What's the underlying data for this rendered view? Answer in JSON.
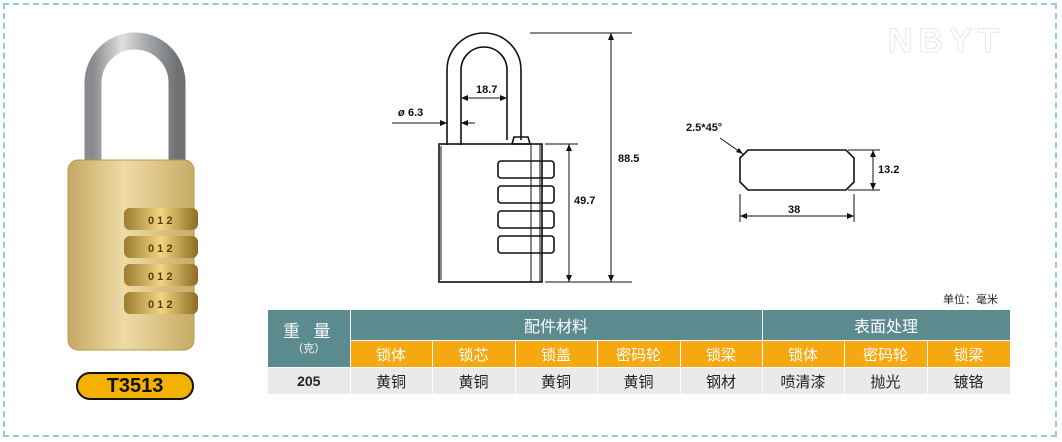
{
  "watermark": "NBYT",
  "product": {
    "model": "T3513"
  },
  "drawing": {
    "dim_shackle_inner_width": "18.7",
    "dim_shackle_diameter": "6.3",
    "dim_total_height": "88.5",
    "dim_body_height": "49.7",
    "dim_chamfer": "2.5*45°",
    "dim_thickness": "13.2",
    "dim_width": "38"
  },
  "unit_note": "单位：毫米",
  "table": {
    "weight_label": "重 量",
    "weight_unit": "（克）",
    "group_parts": "配件材料",
    "group_surface": "表面处理",
    "columns": [
      "锁体",
      "锁芯",
      "锁盖",
      "密码轮",
      "锁梁",
      "锁体",
      "密码轮",
      "锁梁"
    ],
    "weight_value": "205",
    "values": [
      "黄铜",
      "黄铜",
      "黄铜",
      "黄铜",
      "钢材",
      "喷清漆",
      "抛光",
      "镀铬"
    ]
  },
  "colors": {
    "teal": "#5b8a8f",
    "orange": "#f6a810",
    "brass": "#d9be78",
    "badge": "#f5b100"
  }
}
